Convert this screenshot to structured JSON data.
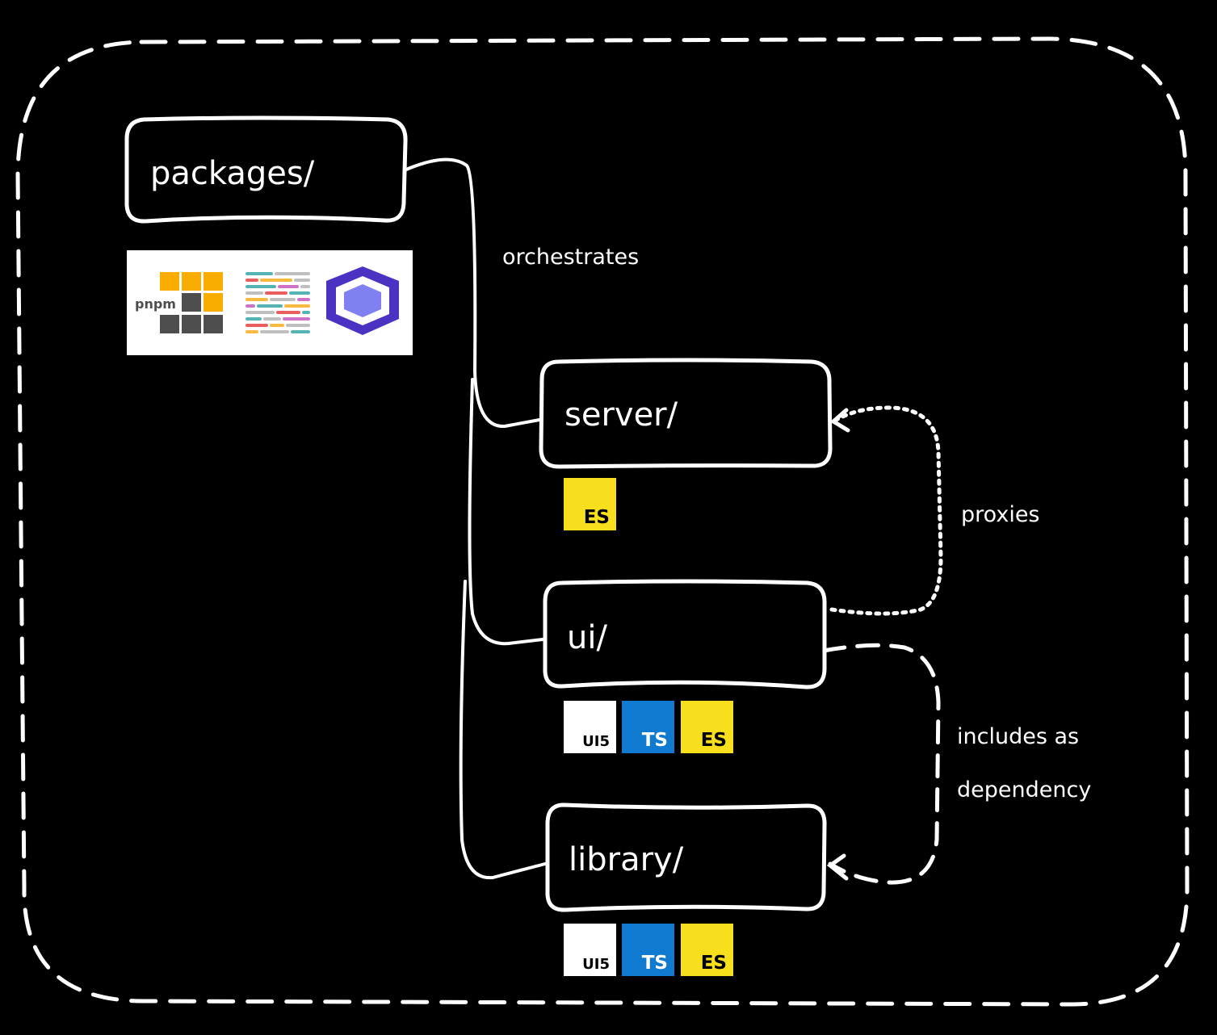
{
  "nodes": {
    "packages": {
      "label": "packages/"
    },
    "server": {
      "label": "server/"
    },
    "ui": {
      "label": "ui/"
    },
    "library": {
      "label": "library/"
    }
  },
  "edges": {
    "orchestrates": "orchestrates",
    "proxies": "proxies",
    "includes_line1": "includes as",
    "includes_line2": "dependency"
  },
  "tooling_logos": {
    "pnpm": "pnpm",
    "icons": [
      "pnpm-logo-icon",
      "prettier-logo-icon",
      "eslint-logo-icon"
    ]
  },
  "badges": {
    "server": [
      {
        "text": "ES",
        "bg": "#f7df1e",
        "fg": "#000000"
      }
    ],
    "ui": [
      {
        "text": "UI5",
        "bg": "#ffffff",
        "fg": "#000000"
      },
      {
        "text": "TS",
        "bg": "#0f7acf",
        "fg": "#ffffff"
      },
      {
        "text": "ES",
        "bg": "#f7df1e",
        "fg": "#000000"
      }
    ],
    "library": [
      {
        "text": "UI5",
        "bg": "#ffffff",
        "fg": "#000000"
      },
      {
        "text": "TS",
        "bg": "#0f7acf",
        "fg": "#ffffff"
      },
      {
        "text": "ES",
        "bg": "#f7df1e",
        "fg": "#000000"
      }
    ]
  },
  "colors": {
    "background": "#000000",
    "stroke": "#ffffff",
    "pnpm_orange": "#f9ad00",
    "pnpm_gray": "#4e4e4e",
    "eslint_purple": "#4b32c3",
    "eslint_light": "#8080f2"
  }
}
